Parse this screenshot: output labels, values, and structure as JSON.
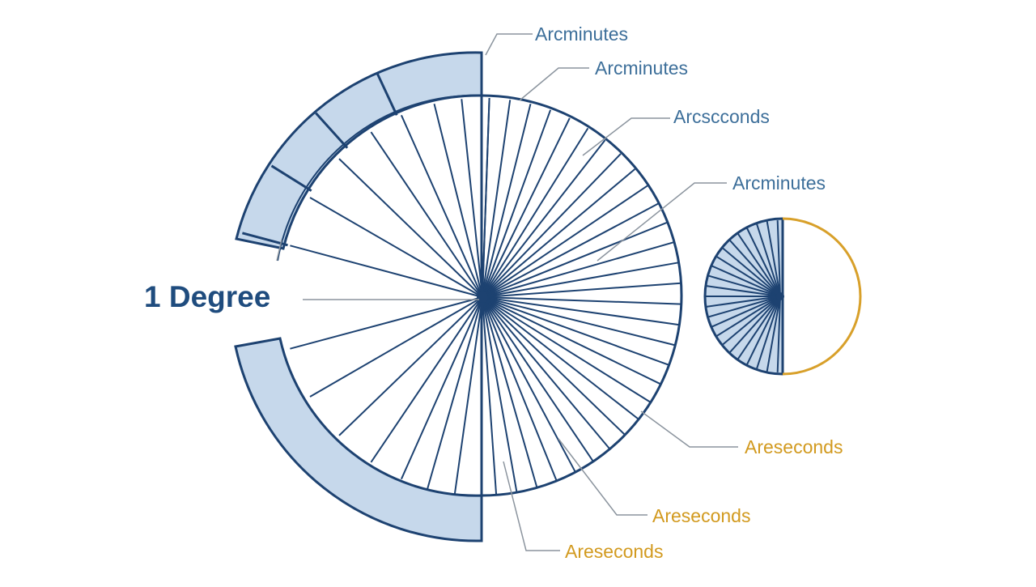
{
  "diagram": {
    "main_label": "1 Degree",
    "labels_top": [
      "Arcminutes",
      "Arcminutes",
      "Arcsсconds",
      "Arcminutes"
    ],
    "labels_bottom": [
      "Areseconds",
      "Areseconds",
      "Areseconds"
    ]
  },
  "colors": {
    "navy": "#1d4271",
    "band_fill": "#c6d8eb",
    "label_blue": "#3d6f9a",
    "label_gold": "#d29a1f",
    "leader_gray": "#8b949e",
    "gold_arc": "#d8a02a"
  }
}
